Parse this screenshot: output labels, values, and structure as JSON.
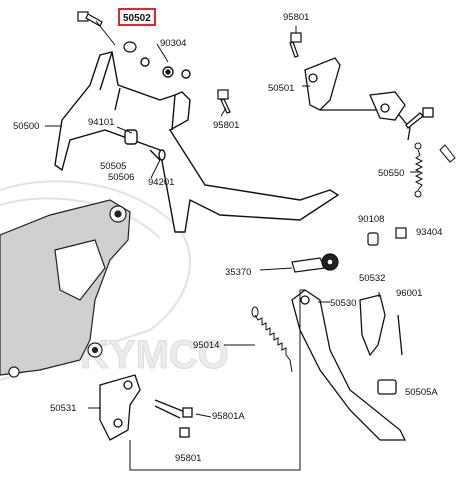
{
  "watermark": "KYMCO",
  "highlight": {
    "part": "50502",
    "color": "#e5242b"
  },
  "parts": {
    "p50502": "50502",
    "p95801_top": "95801",
    "p90304": "90304",
    "p50501": "50501",
    "p50500": "50500",
    "p94101": "94101",
    "p95801_mid": "95801",
    "p50505": "50505",
    "p50506": "50506",
    "p94201": "94201",
    "p50550": "50550",
    "p90108": "90108",
    "p93404": "93404",
    "p35370": "35370",
    "p50532": "50532",
    "p50530": "50530",
    "p96001": "96001",
    "p95014": "95014",
    "p50505A": "50505A",
    "p50531": "50531",
    "p95801A": "95801A",
    "p95801_bot": "95801"
  }
}
